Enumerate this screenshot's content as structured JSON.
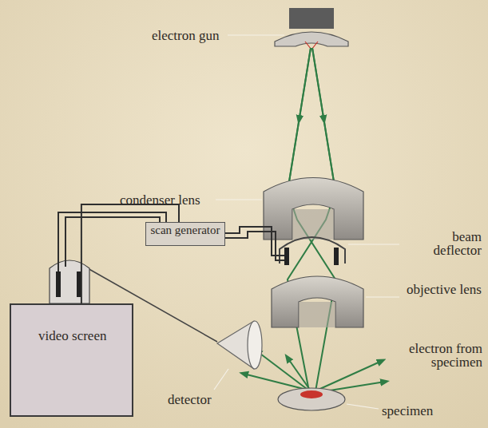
{
  "diagram": {
    "nodes": [
      {
        "text": [
          "scan generator"
        ]
      },
      {
        "text": [
          "video screen"
        ]
      }
    ],
    "edges": [
      {
        "from": 0,
        "to": 1,
        "arrow": "none"
      }
    ],
    "labels": [
      "electron gun",
      "condenser lens",
      "beam deflector",
      "objective lens",
      "detector",
      "electron from specimen",
      "specimen"
    ]
  }
}
